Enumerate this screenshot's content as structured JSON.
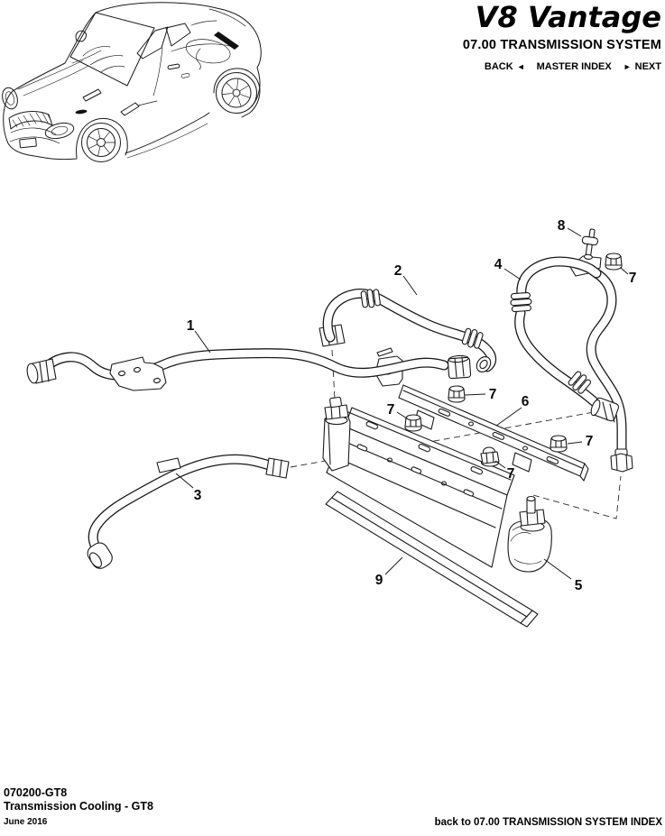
{
  "header": {
    "logo": "V8 Vantage",
    "section_title": "07.00 TRANSMISSION SYSTEM",
    "nav": {
      "back_label": "BACK",
      "back_arrow": "◄",
      "master_index_label": "MASTER INDEX",
      "next_arrow": "►",
      "next_label": "NEXT"
    }
  },
  "diagram": {
    "callouts": [
      {
        "label": "1"
      },
      {
        "label": "2"
      },
      {
        "label": "3"
      },
      {
        "label": "4"
      },
      {
        "label": "5"
      },
      {
        "label": "6"
      },
      {
        "label": "7"
      },
      {
        "label": "8"
      },
      {
        "label": "9"
      }
    ]
  },
  "footer": {
    "document_code": "070200-GT8",
    "document_title": "Transmission Cooling - GT8",
    "date": "June 2016",
    "index_link": "back to 07.00 TRANSMISSION SYSTEM INDEX"
  }
}
